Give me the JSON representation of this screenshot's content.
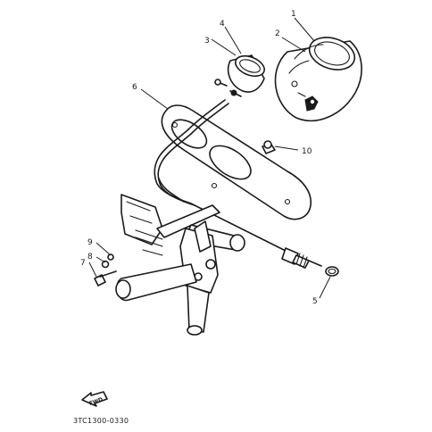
{
  "diagram": {
    "part_code": "3TC1300-0330",
    "direction_mark": "FWD",
    "callouts": [
      {
        "label": "1"
      },
      {
        "label": "2"
      },
      {
        "label": "3"
      },
      {
        "label": "4"
      },
      {
        "label": "5"
      },
      {
        "label": "6"
      },
      {
        "label": "7"
      },
      {
        "label": "8"
      },
      {
        "label": "9"
      },
      {
        "label": "10"
      }
    ]
  }
}
